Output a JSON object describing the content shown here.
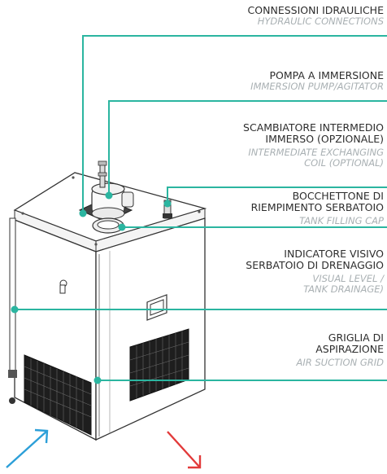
{
  "labels": [
    {
      "it_line1": "CONNESSIONI IDRAULICHE",
      "en_line1": "HYDRAULIC CONNECTIONS"
    },
    {
      "it_line1": "POMPA A IMMERSIONE",
      "en_line1": "IMMERSION PUMP/AGITATOR"
    },
    {
      "it_line1": "SCAMBIATORE INTERMEDIO",
      "it_line2": "IMMERSO (OPZIONALE)",
      "en_line1": "INTERMEDIATE EXCHANGING",
      "en_line2": "COIL (OPTIONAL)"
    },
    {
      "it_line1": "BOCCHETTONE DI",
      "it_line2": "RIEMPIMENTO SERBATOIO",
      "en_line1": "TANK FILLING CAP"
    },
    {
      "it_line1": "INDICATORE VISIVO",
      "it_line2": "SERBATOIO DI DRENAGGIO",
      "en_line1": "VISUAL LEVEL /",
      "en_line2": "TANK DRAINAGE)"
    },
    {
      "it_line1": "GRIGLIA DI",
      "it_line2": "ASPIRAZIONE",
      "en_line1": "AIR SUCTION GRID"
    }
  ],
  "colors": {
    "leader_line": "#2bb5a0",
    "inflow_arrow": "#2c9fd8",
    "outflow_arrow": "#e23a3a",
    "italian_text": "#2d2d2d",
    "english_text": "#a9b0b3"
  }
}
